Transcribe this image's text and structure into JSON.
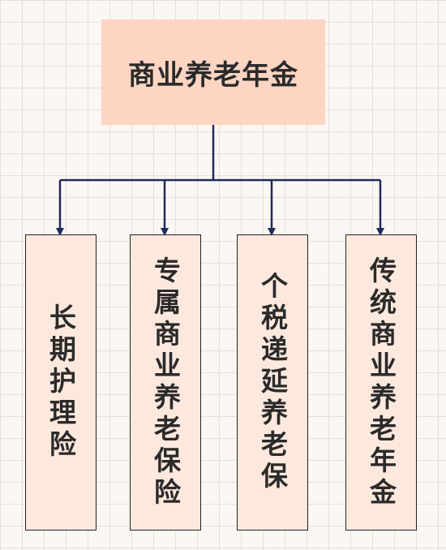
{
  "diagram": {
    "root": {
      "label": "商业养老年金"
    },
    "children": [
      {
        "label": "长期护理险"
      },
      {
        "label": "专属商业养老保险"
      },
      {
        "label": "个税递延养老保"
      },
      {
        "label": "传统商业养老年金"
      }
    ]
  },
  "colors": {
    "root_fill": "#fdd5c2",
    "child_fill": "#fde8dd",
    "connector": "#1e2a5c",
    "border": "#222222",
    "text": "#2a2a2a",
    "background": "#fbf7f3",
    "grid": "#e6e0da"
  }
}
